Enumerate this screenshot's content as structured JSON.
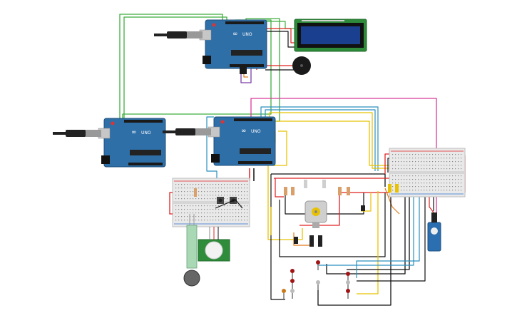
{
  "boards": {
    "brand_label": "UNO",
    "logo_text": "∞"
  },
  "colors": {
    "board": "#2f6fa8",
    "board_dark": "#1f4f7a",
    "header": "#1a1a1a",
    "chip": "#222222",
    "breadboard": "#e9e9e9",
    "lcd_pcb": "#2e8b3a",
    "lcd_screen": "#1a3f8f",
    "pir_pcb": "#2f8c3a",
    "servo": "#2b6fb0",
    "wire_red": "#e02020",
    "wire_black": "#111111",
    "wire_green": "#3fae3f",
    "wire_yellow": "#e8c200",
    "wire_blue": "#2a8fbf",
    "wire_magenta": "#d83a9a",
    "wire_purple": "#7a3fa8",
    "wire_orange": "#e07a1a"
  },
  "components": [
    "arduino-uno-top",
    "arduino-uno-left",
    "arduino-uno-center",
    "lcd-16x2",
    "piezo-buzzer",
    "breadboard-left",
    "breadboard-right",
    "dc-motor",
    "pir-sensor",
    "force-sensor",
    "servo-motor",
    "led-array"
  ]
}
